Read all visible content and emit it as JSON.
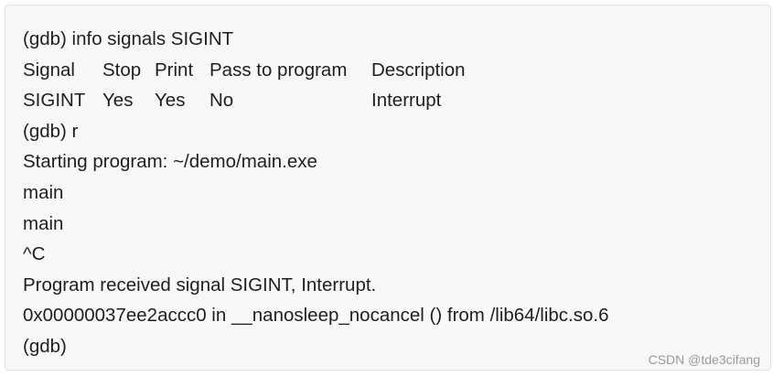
{
  "lines": {
    "cmd_info": "(gdb) info signals SIGINT",
    "cmd_run": "(gdb) r",
    "starting": "Starting program: ~/demo/main.exe",
    "out_main_1": "main",
    "out_main_2": "main",
    "ctrl_c": "^C",
    "received": "Program received signal SIGINT, Interrupt.",
    "frame": "0x00000037ee2accc0 in __nanosleep_nocancel () from /lib64/libc.so.6",
    "prompt": "(gdb)"
  },
  "signal_table": {
    "headers": [
      "Signal",
      "Stop",
      "Print",
      "Pass to program",
      "Description"
    ],
    "rows": [
      [
        "SIGINT",
        "Yes",
        "Yes",
        "No",
        "Interrupt"
      ]
    ]
  },
  "watermark": "CSDN @tde3cifang"
}
